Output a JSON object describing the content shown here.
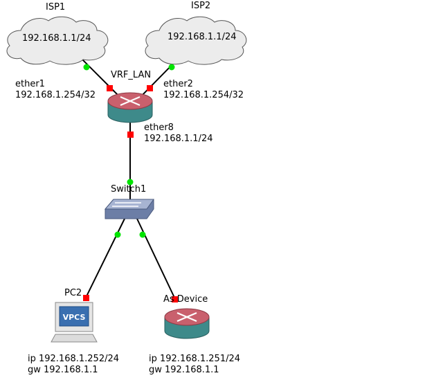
{
  "nodes": {
    "isp1": {
      "name": "ISP1",
      "network": "192.168.1.1/24"
    },
    "isp2": {
      "name": "ISP2",
      "network": "192.168.1.1/24"
    },
    "router": {
      "name": "VRF_LAN"
    },
    "switch": {
      "name": "Switch1"
    },
    "pc2": {
      "name": "PC2",
      "screen_text": "VPCS",
      "ip": "ip 192.168.1.252/24",
      "gw": "gw 192.168.1.1"
    },
    "device": {
      "name": "As Device",
      "ip": "ip 192.168.1.251/24",
      "gw": "gw 192.168.1.1"
    }
  },
  "interfaces": {
    "ether1": {
      "name": "ether1",
      "ip": "192.168.1.254/32"
    },
    "ether2": {
      "name": "ether2",
      "ip": "192.168.1.254/32"
    },
    "ether8": {
      "name": "ether8",
      "ip": "192.168.1.1/24"
    }
  },
  "colors": {
    "link": "#000000",
    "link_up": "#00e400",
    "port": "#ff0000",
    "router_top": "#c9606d",
    "router_base": "#3e8a8a",
    "switch": "#7f8fb3",
    "cloud": "#ececec"
  }
}
